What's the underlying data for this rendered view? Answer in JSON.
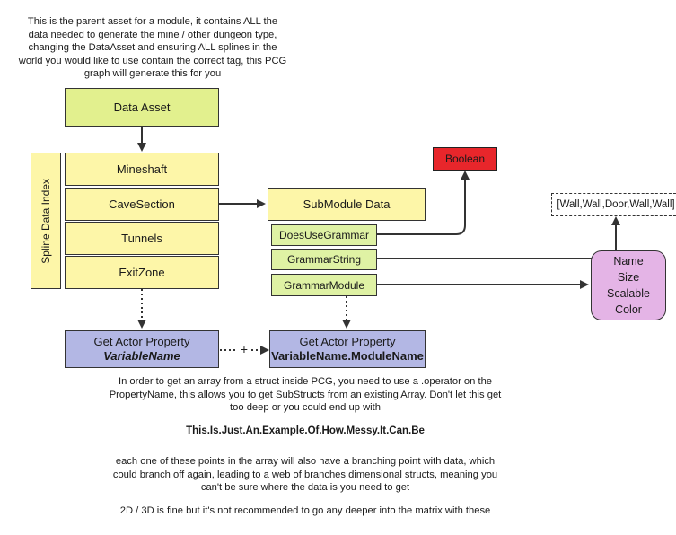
{
  "intro_text": [
    "This is the parent asset for a module, it contains ALL the",
    "data needed to generate the mine / other dungeon type,",
    "changing the DataAsset and ensuring ALL splines in the",
    "world you would like to use contain the correct tag, this PCG",
    "graph will generate this for you"
  ],
  "data_asset": "Data Asset",
  "spline_index_label": "Spline Data Index",
  "splines": [
    "Mineshaft",
    "CaveSection",
    "Tunnels",
    "ExitZone"
  ],
  "submodule": {
    "header": "SubModule Data",
    "fields": [
      "DoesUseGrammar",
      "GrammarString",
      "GrammarModule"
    ]
  },
  "boolean_label": "Boolean",
  "grammar_example": "[Wall,Wall,Door,Wall,Wall]",
  "module_props": [
    "Name",
    "Size",
    "Scalable",
    "Color"
  ],
  "get_actor_left": {
    "title": "Get Actor Property",
    "var": "VariableName"
  },
  "get_actor_right": {
    "title": "Get Actor Property",
    "var": "VariableName.ModuleName"
  },
  "plus_sign": "+",
  "note_text": [
    "In order to get an array from a struct inside PCG, you need to use a .operator on the",
    "PropertyName, this allows you to get SubStructs from an existing Array. Don't let this get",
    "too deep or you could end up with"
  ],
  "messy_example": "This.Is.Just.An.Example.Of.How.Messy.It.Can.Be",
  "branch_text": [
    "each one of these points in the array will also have a branching point with data, which",
    "could branch off again, leading to a web of branches dimensional structs, meaning you",
    "can't be sure where the data is you need to get"
  ],
  "closing_text": "2D / 3D is fine but it's not recommended to go any deeper into the matrix with these"
}
